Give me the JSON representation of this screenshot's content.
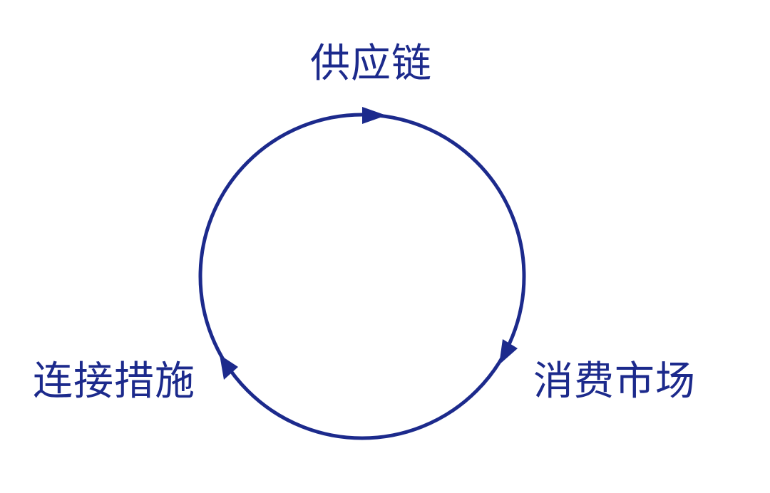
{
  "diagram": {
    "type": "cycle",
    "nodes": [
      {
        "id": "top",
        "label": "供应链"
      },
      {
        "id": "right",
        "label": "消费市场"
      },
      {
        "id": "left",
        "label": "连接措施"
      }
    ],
    "flow_direction": "clockwise",
    "color": "#1c2a8c"
  }
}
